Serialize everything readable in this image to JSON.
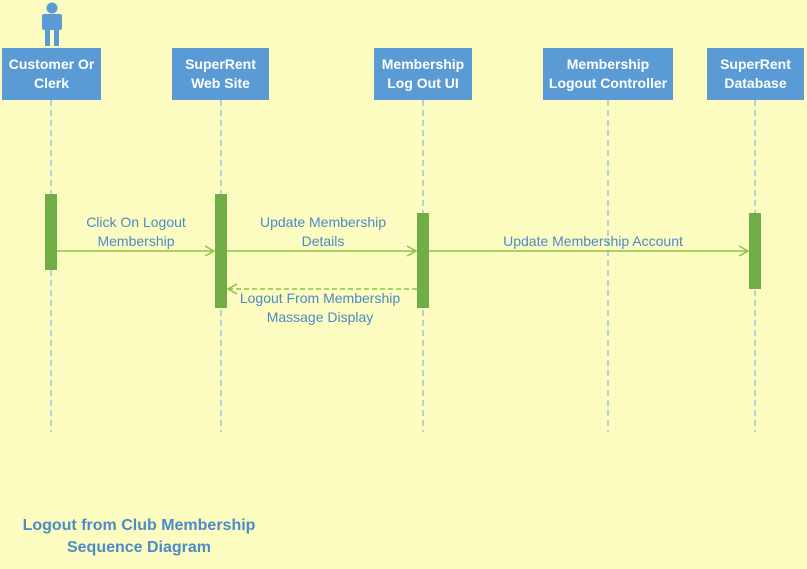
{
  "diagram": {
    "actor_icon": "person-icon",
    "lifelines": [
      {
        "id": "customer",
        "line1": "Customer Or",
        "line2": "Clerk"
      },
      {
        "id": "website",
        "line1": "SuperRent",
        "line2": "Web Site"
      },
      {
        "id": "logout-ui",
        "line1": "Membership",
        "line2": "Log Out UI"
      },
      {
        "id": "logout-controller",
        "line1": "Membership",
        "line2": "Logout Controller"
      },
      {
        "id": "database",
        "line1": "SuperRent",
        "line2": "Database"
      }
    ],
    "messages": [
      {
        "from": "customer",
        "to": "website",
        "line1": "Click On Logout",
        "line2": "Membership",
        "style": "solid"
      },
      {
        "from": "website",
        "to": "logout-ui",
        "line1": "Update Membership",
        "line2": "Details",
        "style": "solid"
      },
      {
        "from": "logout-ui",
        "to": "database",
        "line1": "Update Membership Account",
        "line2": "",
        "style": "solid"
      },
      {
        "from": "logout-ui",
        "to": "website",
        "line1": "Logout From Membership",
        "line2": "Massage Display",
        "style": "dashed"
      }
    ],
    "title": {
      "line1": "Logout from Club Membership",
      "line2": "Sequence Diagram"
    }
  },
  "colors": {
    "background": "#fdfcc0",
    "box_fill": "#5b9bd5",
    "activation": "#70ad47",
    "arrow": "#8bc34a",
    "text": "#4a8bc7"
  }
}
